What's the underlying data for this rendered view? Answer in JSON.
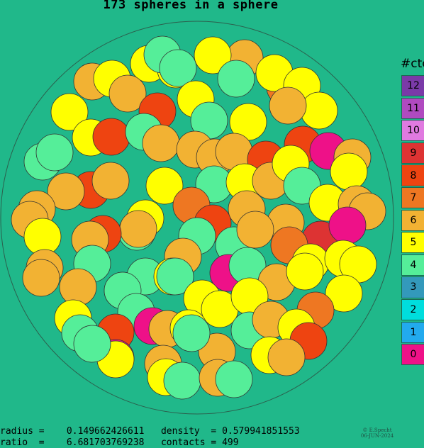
{
  "title": "173 spheres in a sphere",
  "legend": {
    "title": "#ctc",
    "items": [
      {
        "label": "12",
        "color": "#7a3aa8"
      },
      {
        "label": "11",
        "color": "#b04ac0"
      },
      {
        "label": "10",
        "color": "#e07ae0"
      },
      {
        "label": "9",
        "color": "#dd3333"
      },
      {
        "label": "8",
        "color": "#ee4411"
      },
      {
        "label": "7",
        "color": "#ee7722"
      },
      {
        "label": "6",
        "color": "#f2b233"
      },
      {
        "label": "5",
        "color": "#ffff00"
      },
      {
        "label": "4",
        "color": "#55ee99"
      },
      {
        "label": "3",
        "color": "#3399bb"
      },
      {
        "label": "2",
        "color": "#00dddd"
      },
      {
        "label": "1",
        "color": "#22aaee"
      },
      {
        "label": "0",
        "color": "#ee1188"
      }
    ]
  },
  "stats": {
    "line1": "radius =    0.149662426611   density  = 0.579941851553",
    "line2": "ratio  =    6.681703769238   contacts = 499"
  },
  "credit": {
    "line1": "© E.Specht",
    "line2": "06-JUN-2024"
  }
}
